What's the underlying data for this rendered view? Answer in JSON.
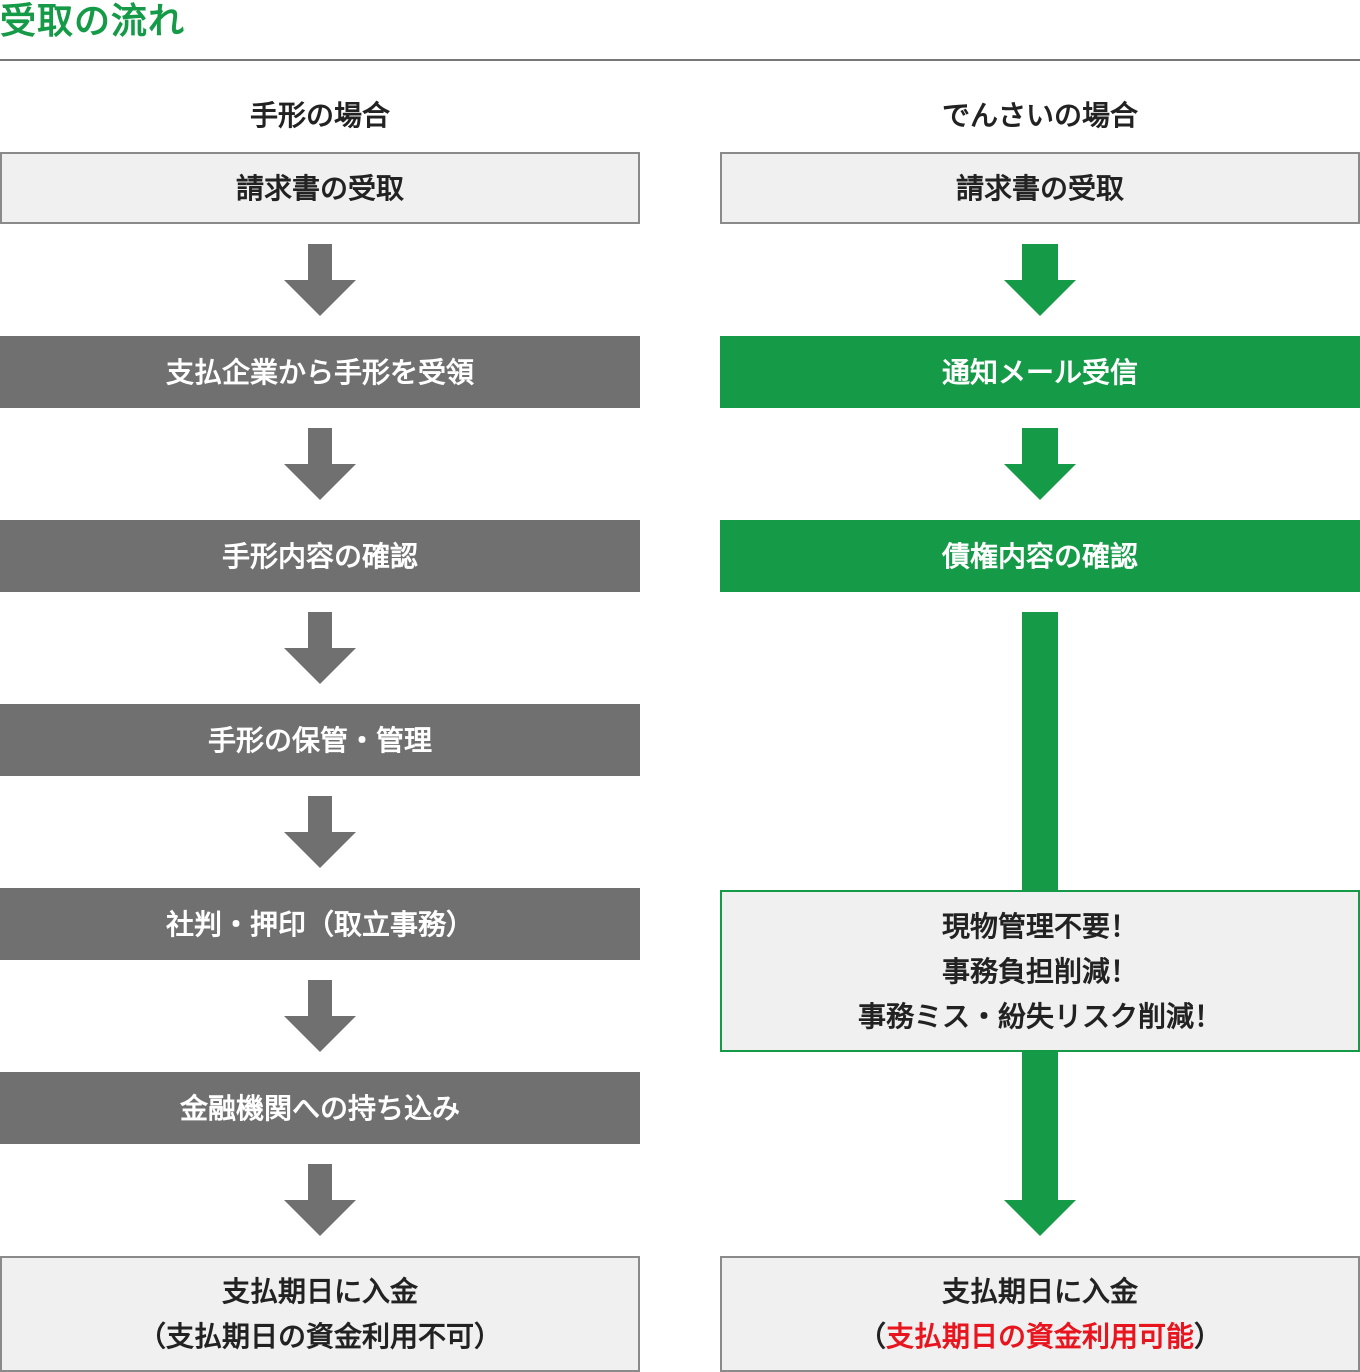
{
  "title": "受取の流れ",
  "columns": {
    "tegata": {
      "heading": "手形の場合",
      "steps": [
        "請求書の受取",
        "支払企業から手形を受領",
        "手形内容の確認",
        "手形の保管・管理",
        "社判・押印（取立事務）",
        "金融機関への持ち込み"
      ],
      "final_line1": "支払期日に入金",
      "final_line2": "（支払期日の資金利用不可）"
    },
    "densai": {
      "heading": "でんさいの場合",
      "steps": [
        "請求書の受取",
        "通知メール受信",
        "債権内容の確認"
      ],
      "benefits": [
        "現物管理不要！",
        "事務負担削減！",
        "事務ミス・紛失リスク削減！"
      ],
      "final_line1": "支払期日に入金",
      "final_open": "（",
      "final_highlight": "支払期日の資金利用可能",
      "final_close": "）"
    }
  },
  "colors": {
    "green": "#159a47",
    "gray": "#707070",
    "light_bg": "#f0f0f0",
    "highlight_red": "#e8141e"
  }
}
